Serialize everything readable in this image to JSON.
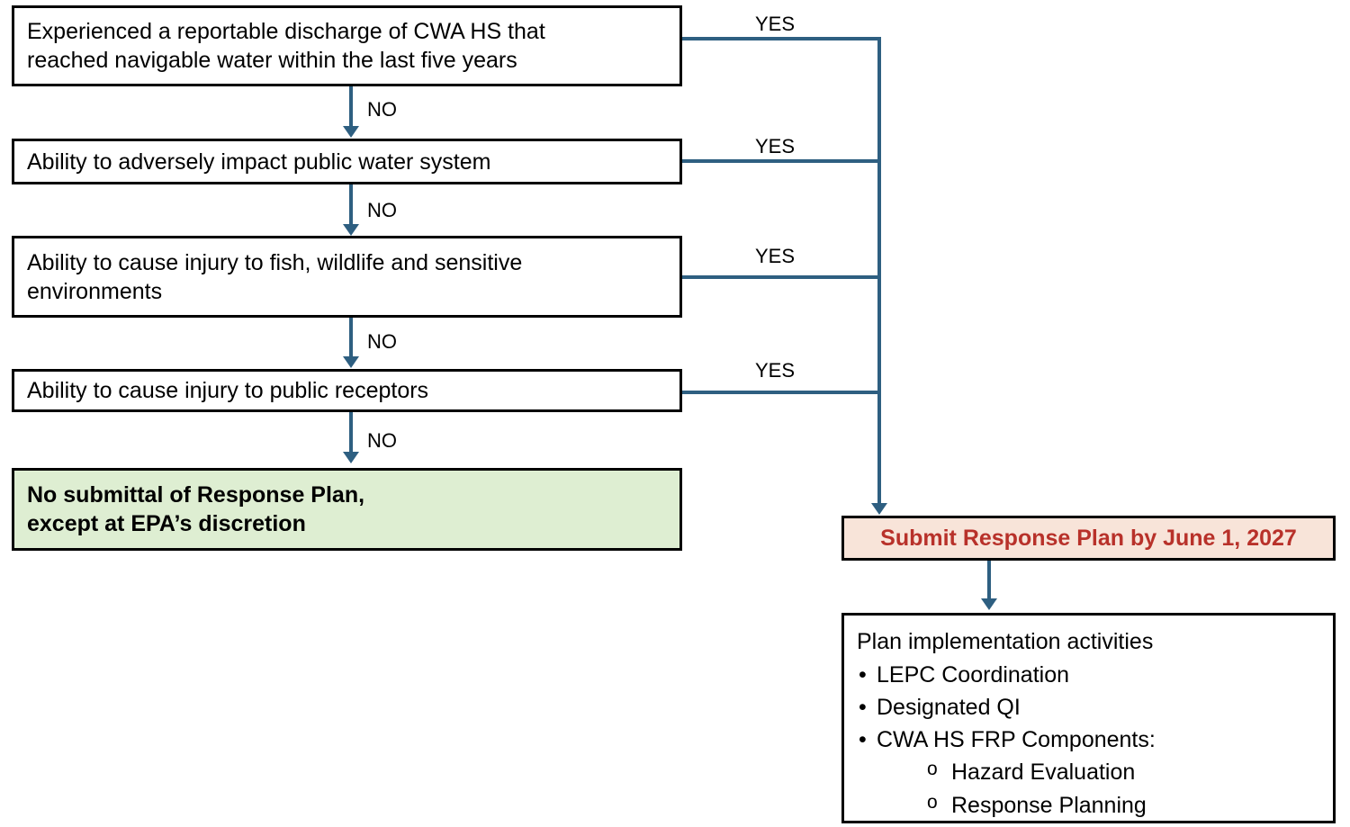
{
  "diagram": {
    "title": "CWA HS Facility Response Plan decision flowchart",
    "colors": {
      "connector": "#2E5F81",
      "box_border": "#000000",
      "green_fill": "#DEEED2",
      "peach_fill": "#F8E4D9",
      "peach_text": "#B8312A",
      "background": "#FFFFFF"
    },
    "decision_nodes": [
      {
        "id": "q1",
        "text": "Experienced a reportable discharge of CWA HS that\nreached navigable water within the last five years"
      },
      {
        "id": "q2",
        "text": "Ability to adversely impact public water system"
      },
      {
        "id": "q3",
        "text": "Ability to cause injury to fish, wildlife and sensitive\nenvironments"
      },
      {
        "id": "q4",
        "text": "Ability to cause injury to public receptors"
      }
    ],
    "outcome_no": {
      "id": "no-submittal",
      "text": "No submittal of Response Plan,\nexcept at EPA’s discretion"
    },
    "outcome_yes": {
      "id": "submit-plan",
      "text": "Submit Response Plan by June 1, 2027"
    },
    "implementation": {
      "heading": "Plan implementation activities",
      "bullet_marker": "•",
      "sub_marker": "o",
      "items": [
        {
          "label": "LEPC Coordination",
          "level": 1
        },
        {
          "label": "Designated QI",
          "level": 1
        },
        {
          "label": "CWA HS FRP Components:",
          "level": 1
        },
        {
          "label": "Hazard Evaluation",
          "level": 2
        },
        {
          "label": "Response Planning",
          "level": 2
        }
      ]
    },
    "edge_labels": {
      "yes": "YES",
      "no": "NO",
      "yes_1": "YES",
      "yes_2": "YES",
      "yes_3": "YES",
      "yes_4": "YES",
      "no_1": "NO",
      "no_2": "NO",
      "no_3": "NO",
      "no_4": "NO"
    }
  }
}
